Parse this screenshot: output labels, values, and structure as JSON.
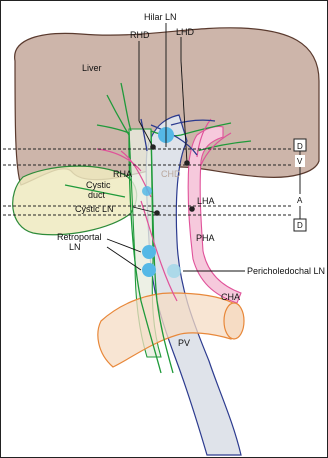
{
  "labels": {
    "hilar_ln": "Hilar LN",
    "rhd": "RHD",
    "lhd": "LHD",
    "liver": "Liver",
    "chd": "CHD",
    "rha": "RHA",
    "cystic_duct": [
      "Cystic",
      "duct"
    ],
    "lha": "LHA",
    "pha": "PHA",
    "cystic_ln": "Cystic LN",
    "retroportal_ln": [
      "Retroportal",
      "LN"
    ],
    "pericholedochal_ln": "Pericholedochal LN",
    "cha": "CHA",
    "pv": "PV"
  },
  "zone_letters": [
    "D",
    "V",
    "A",
    "D"
  ],
  "colors": {
    "liver_fill": "#cdb5aa",
    "liver_stroke": "#5a3a2e",
    "gallbladder_fill": "#eeeac0",
    "gallbladder_stroke": "#2e8b3a",
    "duct_green": "#1f9a3a",
    "artery_pink": "#e0529a",
    "artery_fill": "#f6c9dc",
    "portal_vein_fill": "#dfe3ea",
    "portal_vein_stroke": "#2c3b8f",
    "lymph_node": "#55b8e6",
    "orange": "#e8883a",
    "orange_fill": "#f6dcc4"
  }
}
